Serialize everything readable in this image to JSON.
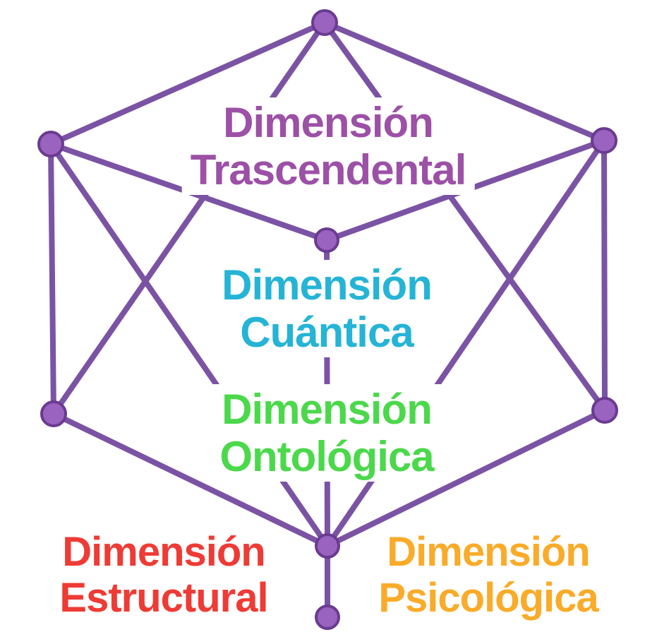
{
  "diagram": {
    "labels": {
      "trascendental": {
        "line1": "Dimensión",
        "line2": "Trascendental",
        "color": "#9c50a6"
      },
      "cuantica": {
        "line1": "Dimensión",
        "line2": "Cuántica",
        "color": "#25b4d6"
      },
      "ontologica": {
        "line1": "Dimensión",
        "line2": "Ontológica",
        "color": "#4bd84b"
      },
      "estructural": {
        "line1": "Dimensión",
        "line2": "Estructural",
        "color": "#ee3b35"
      },
      "psicologica": {
        "line1": "Dimensión",
        "line2": "Psicológica",
        "color": "#f9ab29"
      }
    },
    "colors": {
      "edge": "#7b53a4",
      "node_fill": "#9a63c0",
      "node_stroke": "#6a3b90",
      "background": "#ffffff"
    }
  }
}
